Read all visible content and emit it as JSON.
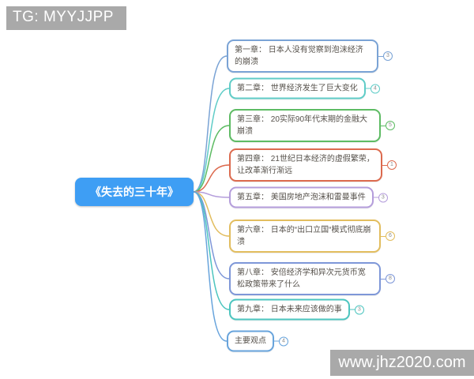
{
  "header": {
    "badge_text": "TG: MYYJJPP"
  },
  "watermark": {
    "url_text": "www.jhz2020.com"
  },
  "colors": {
    "overlay_bg": "#a9a9a9",
    "overlay_text": "#ffffff",
    "canvas_bg": "#ffffff",
    "node_text": "#55504a",
    "badge_text": "#8a8a8a"
  },
  "mindmap": {
    "root": {
      "label": "《失去的三十年》",
      "color": "#3e9ef4"
    },
    "branches": [
      {
        "label": "第一章： 日本人没有觉察到泡沫经济的崩溃",
        "badge": "3",
        "color": "#7aa3d5"
      },
      {
        "label": "第二章： 世界经济发生了巨大变化",
        "badge": "4",
        "color": "#5fccc7"
      },
      {
        "label": "第三章： 20实际90年代末期的金融大崩溃",
        "badge": "5",
        "color": "#5dbb63"
      },
      {
        "label": "第四章： 21世纪日本经济的虚假繁荣，让改革渐行渐远",
        "badge": "1",
        "color": "#dc6a4e"
      },
      {
        "label": "第五章： 美国房地产泡沫和雷曼事件",
        "badge": "3",
        "color": "#b49ddb"
      },
      {
        "label": "第六章： 日本的“出口立国“模式彻底崩溃",
        "badge": "6",
        "color": "#e2bd5e"
      },
      {
        "label": "第八章： 安倍经济学和异次元货币宽松政策带来了什么",
        "badge": "8",
        "color": "#7e97d8"
      },
      {
        "label": "第九章： 日本未来应该做的事",
        "badge": "3",
        "color": "#4cc5bf"
      },
      {
        "label": "主要观点",
        "badge": "4",
        "color": "#68a4dc"
      }
    ]
  }
}
